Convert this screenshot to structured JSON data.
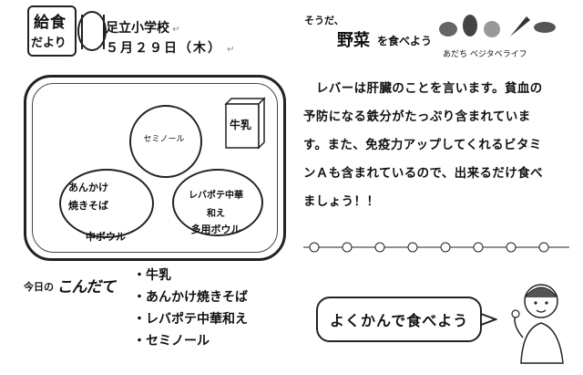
{
  "header": {
    "logo_line1": "給食",
    "logo_line2": "だより",
    "school": "足立小学校",
    "date": "５月２９日（木）"
  },
  "tray": {
    "dish_top": "セミノール",
    "dish_left_line1": "あんかけ",
    "dish_left_line2": "焼きそば",
    "dish_left_bowl": "中ボウル",
    "dish_right_line1": "レバポテ中華",
    "dish_right_line2": "和え",
    "dish_right_bowl": "多用ボウル",
    "milk": "牛乳"
  },
  "right_heading": {
    "prefix": "そうだ、",
    "main": "野菜",
    "suffix": "を食べよう",
    "sub": "あだち ベジタベライフ"
  },
  "right_paragraph": {
    "lines": [
      "レバーは肝臓のことを言います。貧血の",
      "予防になる鉄分がたっぷり含まれていま",
      "す。また、免疫力アップしてくれるビタミ",
      "ンＡも含まれているので、出来るだけ食べ",
      "ましょう！！"
    ]
  },
  "today": {
    "title_prefix": "今日の",
    "title_main": "こんだて",
    "items": [
      "・牛乳",
      "・あんかけ焼きそば",
      "・レバポテ中華和え",
      "・セミノール"
    ]
  },
  "chew": {
    "text": "よくかんで食べよう"
  }
}
